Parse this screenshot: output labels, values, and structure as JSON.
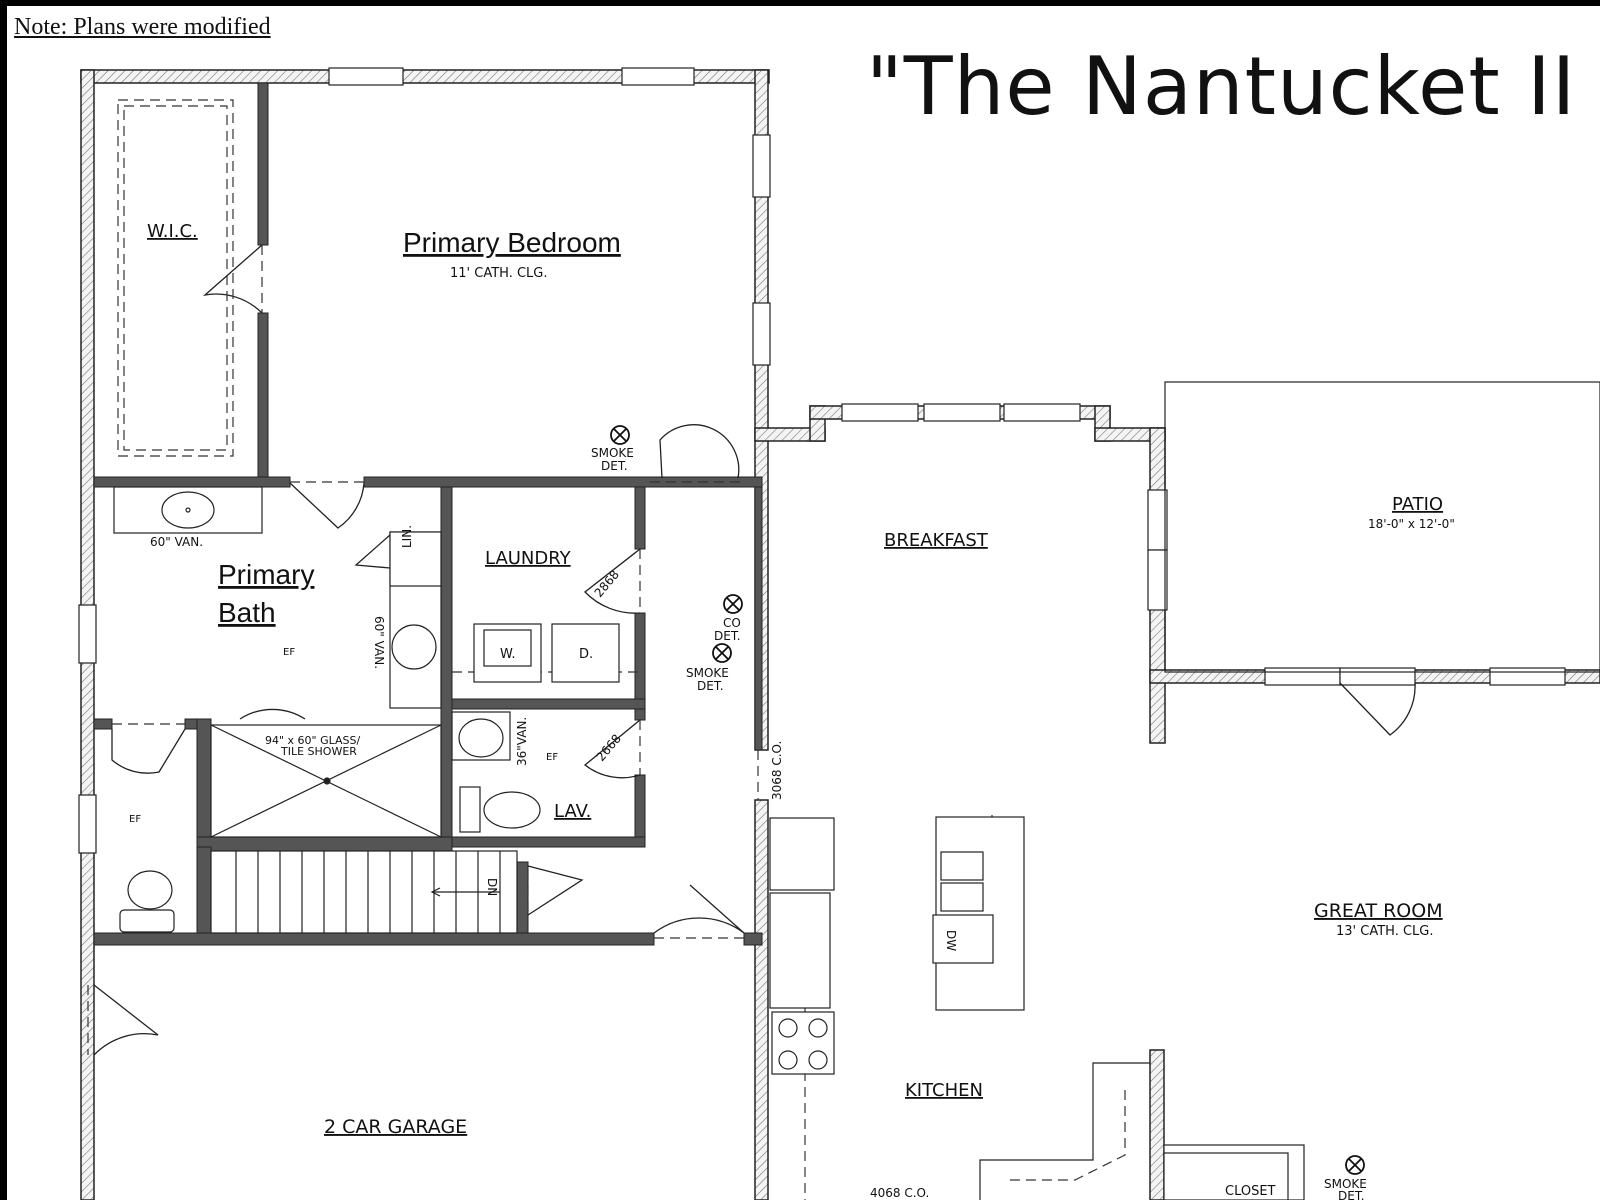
{
  "note": "Note: Plans were modified",
  "title": "\"The Nantucket II",
  "rooms": {
    "wic": "W.I.C.",
    "primary_bedroom": "Primary Bedroom",
    "primary_bedroom_ceiling": "11' CATH. CLG.",
    "primary_bath_line1": "Primary",
    "primary_bath_line2": "Bath",
    "laundry": "LAUNDRY",
    "lav": "LAV.",
    "breakfast": "BREAKFAST",
    "patio": "PATIO",
    "patio_size": "18'-0\" x 12'-0\"",
    "great_room": "GREAT ROOM",
    "great_room_ceiling": "13' CATH. CLG.",
    "kitchen": "KITCHEN",
    "garage": "2 CAR GARAGE",
    "closet": "CLOSET"
  },
  "fixtures": {
    "van_60_a": "60\" VAN.",
    "van_60_b": "60\" VAN.",
    "lin": "LIN.",
    "washer": "W.",
    "dryer": "D.",
    "van_36": "36\"VAN.",
    "shower_line1": "94\" x 60\" GLASS/",
    "shower_line2": "TILE SHOWER",
    "stairs_dn": "DN",
    "dw": "DW",
    "ef": "EF"
  },
  "detectors": {
    "smoke1_a": "SMOKE",
    "smoke1_b": "DET.",
    "co_a": "CO",
    "co_b": "DET.",
    "smoke2_a": "SMOKE",
    "smoke2_b": "DET.",
    "smoke3_a": "SMOKE",
    "smoke3_b": "DET."
  },
  "door_sizes": {
    "d2868_a": "2868",
    "d2868_b": "2668",
    "d3068": "3068 C.O.",
    "d4068": "4068 C.O."
  }
}
